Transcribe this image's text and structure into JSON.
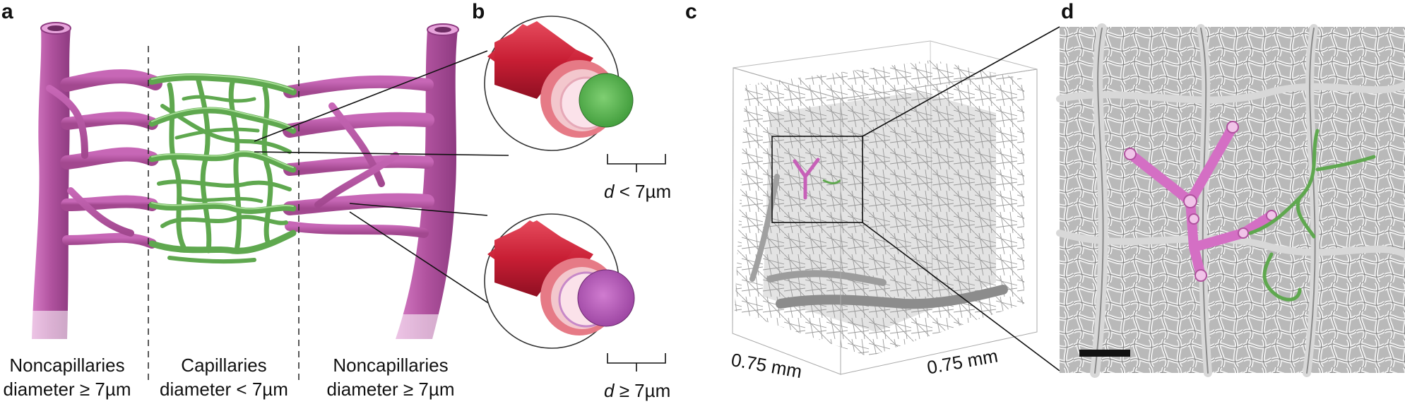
{
  "figure": {
    "panels": [
      {
        "letter": "a"
      },
      {
        "letter": "b"
      },
      {
        "letter": "c"
      },
      {
        "letter": "d"
      }
    ],
    "panel_a": {
      "left_caption": {
        "line1": "Noncapillaries",
        "line2": "diameter ≥ 7µm"
      },
      "center_caption": {
        "line1": "Capillaries",
        "line2": "diameter < 7µm"
      },
      "right_caption": {
        "line1": "Noncapillaries",
        "line2": "diameter ≥ 7µm"
      }
    },
    "panel_b": {
      "top_label": {
        "var": "d",
        "rest": " < 7µm"
      },
      "bottom_label": {
        "var": "d",
        "rest": " ≥ 7µm"
      }
    },
    "panel_c": {
      "width_label": "0.75 mm",
      "depth_label": "0.75 mm"
    },
    "colors": {
      "noncapillary": "#b0529e",
      "capillary": "#5fa84f",
      "vessel_red": "#c81e34",
      "gray_vessel": "#9a9a9a"
    }
  }
}
